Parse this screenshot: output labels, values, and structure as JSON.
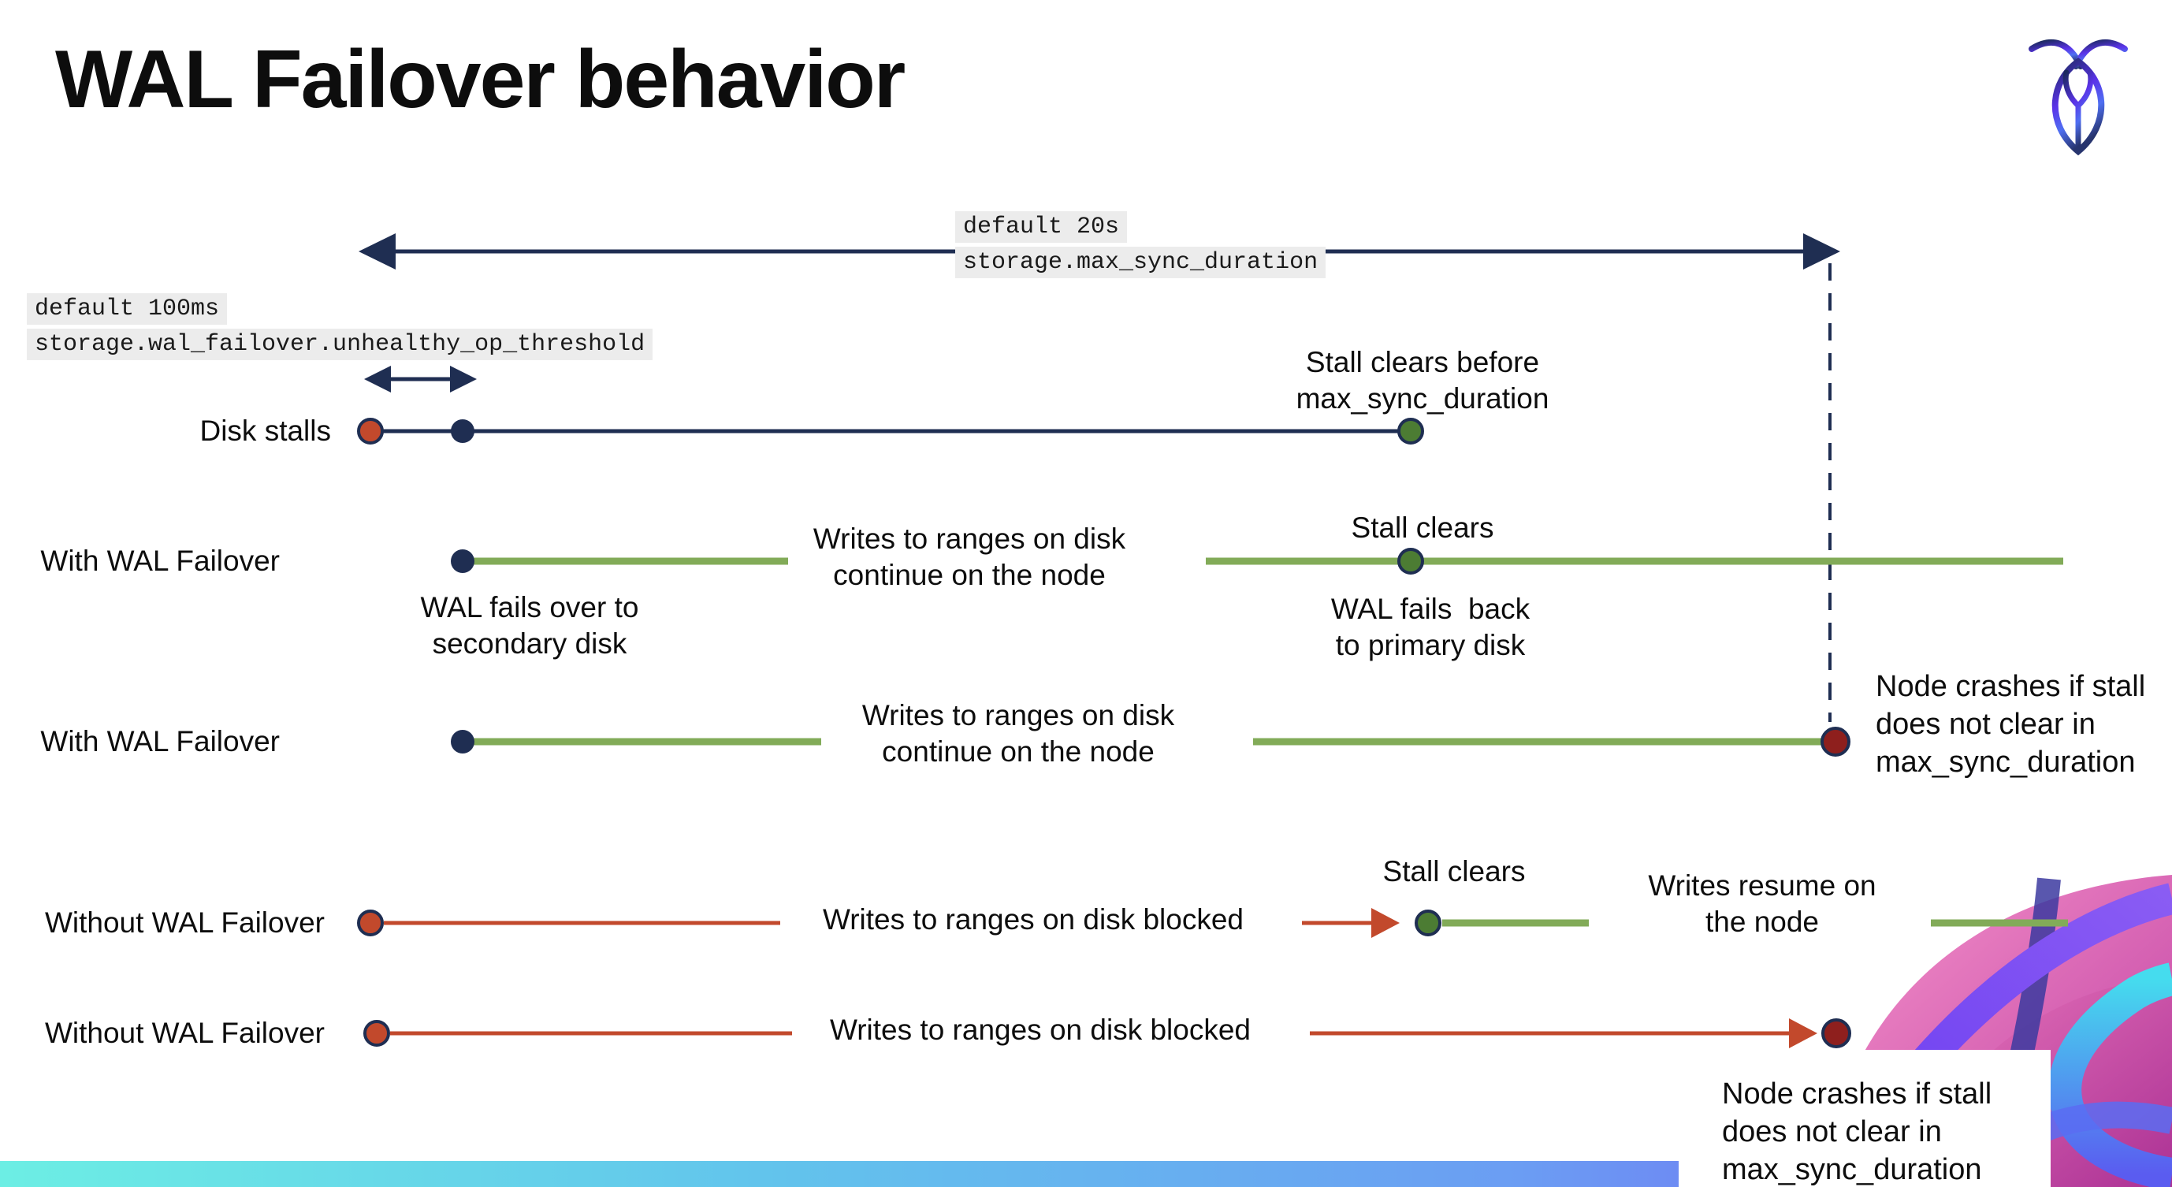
{
  "slide": {
    "title": "WAL Failover behavior",
    "brand": "cockroach-labs-logo"
  },
  "settings": {
    "max_sync_duration": {
      "default": "default 20s",
      "name": "storage.max_sync_duration"
    },
    "unhealthy_op_threshold": {
      "default": "default 100ms",
      "name": "storage.wal_failover.unhealthy_op_threshold"
    }
  },
  "rows": [
    {
      "label": "Disk stalls"
    },
    {
      "label": "With WAL Failover"
    },
    {
      "label": "With WAL Failover"
    },
    {
      "label": "Without WAL Failover"
    },
    {
      "label": "Without WAL Failover"
    }
  ],
  "annotations": {
    "stall_clears_before": [
      "Stall clears before",
      "max_sync_duration"
    ],
    "writes_continue": [
      "Writes to ranges on disk",
      "continue on the node"
    ],
    "stall_clears": "Stall clears",
    "wal_fails_over": [
      "WAL fails over to",
      "secondary disk"
    ],
    "wal_fails_back": [
      "WAL fails  back",
      "to primary disk"
    ],
    "node_crashes": [
      "Node crashes if stall",
      "does not clear in",
      "max_sync_duration"
    ],
    "writes_blocked": "Writes to ranges on disk  blocked",
    "writes_resume": [
      "Writes resume on",
      "the node"
    ]
  },
  "colors": {
    "navy": "#1f2e52",
    "green_line": "#82ab58",
    "green_dot": "#4c7c33",
    "red": "#c2492c",
    "dark_red": "#8e1f1d",
    "code_background": "#ececec",
    "footer_gradient": [
      "#6ceee4",
      "#6b9df3",
      "#7457f2"
    ],
    "artwork_pink": "#c24da6",
    "logo_purple": "#5b33e8"
  }
}
